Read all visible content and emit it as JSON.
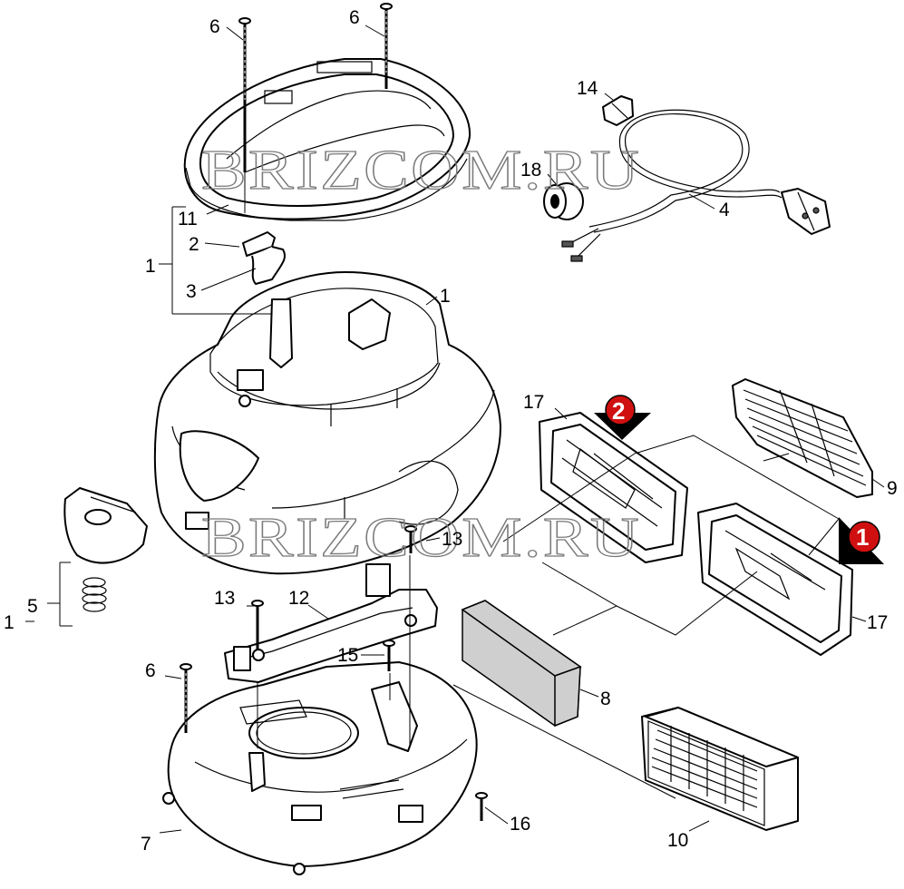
{
  "watermark": "BRIZCOM.RU",
  "labels": {
    "p6a": "6",
    "p6b": "6",
    "p14": "14",
    "p18": "18",
    "p4": "4",
    "p11": "11",
    "p2": "2",
    "p1a": "1",
    "p3": "3",
    "p1b": "1",
    "p17a": "17",
    "p9": "9",
    "p13a": "13",
    "p5": "5",
    "p1c": "1",
    "p13b": "13",
    "p12": "12",
    "p15": "15",
    "p17b": "17",
    "p6c": "6",
    "p8": "8",
    "p16": "16",
    "p7": "7",
    "p10": "10"
  },
  "badges": {
    "b1": "1",
    "b2": "2"
  },
  "colors": {
    "badge": "#d01010",
    "badge_arrow": "#000000",
    "watermark": "#7a7a7a"
  },
  "icons": [
    "screw",
    "cable-clip",
    "power-cord",
    "plug",
    "ferrite-ring",
    "filter-frame",
    "grille",
    "foam-filter",
    "hepa-filter",
    "spring"
  ]
}
